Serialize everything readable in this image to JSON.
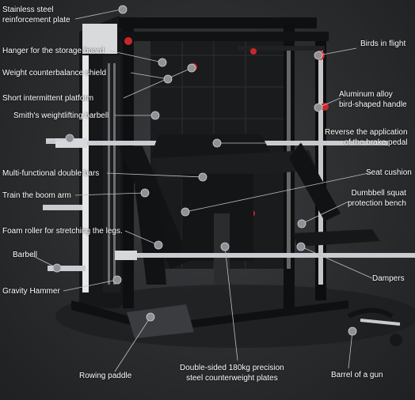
{
  "colors": {
    "background": "#2a2c2e",
    "frame": "#111214",
    "accent": "#c8262b",
    "bar": "#c9ccd0",
    "label_text": "#ffffff",
    "marker": "#9a9ca0"
  },
  "labels": {
    "stainless_steel_plate": [
      "Stainless steel",
      "reinforcement plate"
    ],
    "hanger_storage_board": "Hanger for the storage board",
    "weight_shield": "Weight counterbalance shield",
    "short_platform": "Short intermittent platform",
    "smith_barbell": "Smith's weightlifting barbell",
    "multi_functional_bars": "Multi-functional double bars",
    "boom_arm": "Train the boom arm",
    "foam_roller": "Foam roller for stretching the legs.",
    "barbell": "Barbell",
    "gravity_hammer": "Gravity Hammer",
    "rowing_paddle": "Rowing paddle",
    "counterweight_plates": [
      "Double-sided 180kg precision",
      "steel counterweight plates"
    ],
    "barrel_of_gun": "Barrel of a gun",
    "birds_in_flight": "Birds in flight",
    "aluminum_handle": [
      "Aluminum alloy",
      "bird-shaped handle"
    ],
    "brake_pedal": [
      "Reverse the application",
      "of the brake pedal"
    ],
    "seat_cushion": "Seat cushion",
    "dumbbell_bench": [
      "Dumbbell squat",
      "protection bench"
    ],
    "dampers": "Dampers"
  }
}
